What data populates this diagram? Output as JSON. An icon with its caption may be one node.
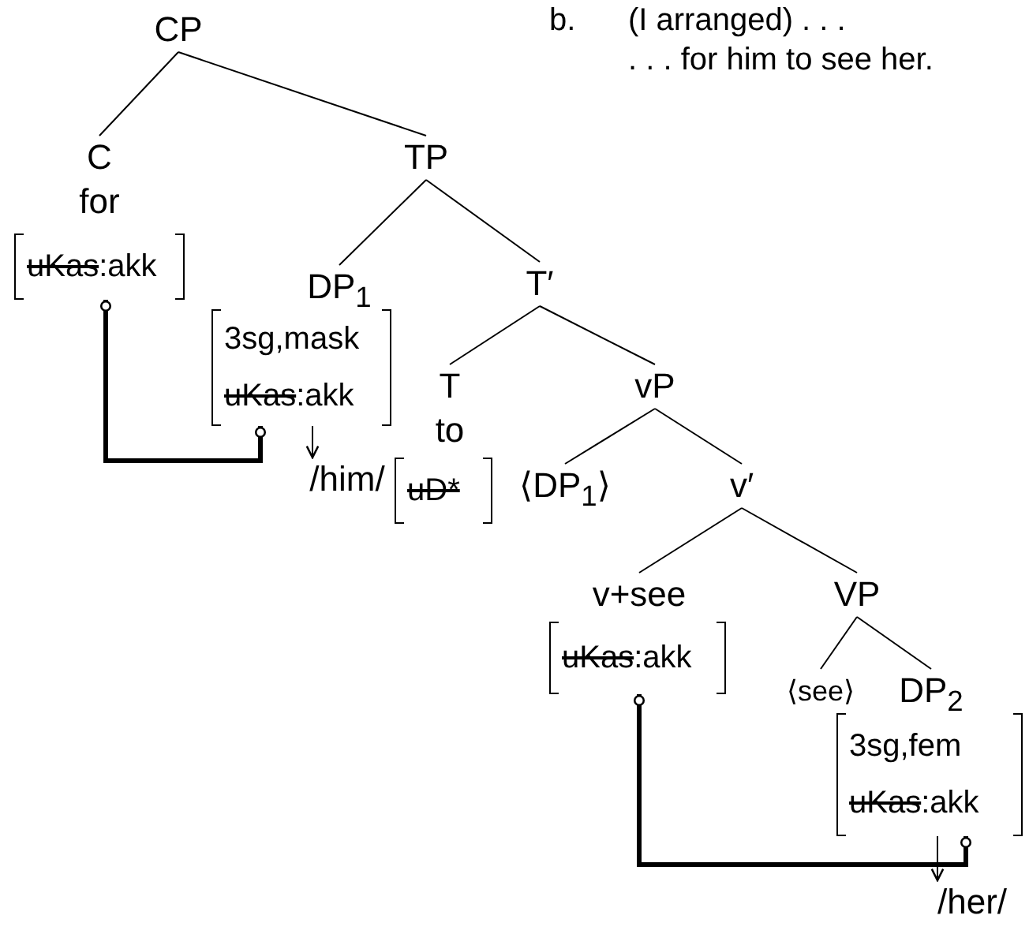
{
  "diagram": {
    "nodes": [
      {
        "text": [
          "CP"
        ]
      },
      {
        "text": [
          "C",
          "for"
        ]
      },
      {
        "text": [
          "uKas:akk"
        ]
      },
      {
        "text": [
          "TP"
        ]
      },
      {
        "text": [
          "DP$_{1}$"
        ]
      },
      {
        "text": [
          "3sg,mask",
          "uKas:akk"
        ]
      },
      {
        "text": [
          "/him/"
        ]
      },
      {
        "text": [
          "T′"
        ]
      },
      {
        "text": [
          "T",
          "to"
        ]
      },
      {
        "text": [
          "uD*"
        ]
      },
      {
        "text": [
          "vP"
        ]
      },
      {
        "text": [
          "⟨DP$_{1}$⟩"
        ]
      },
      {
        "text": [
          "v′"
        ]
      },
      {
        "text": [
          "v+see"
        ]
      },
      {
        "text": [
          "uKas:akk"
        ]
      },
      {
        "text": [
          "VP"
        ]
      },
      {
        "text": [
          "⟨see⟩"
        ]
      },
      {
        "text": [
          "DP$_{2}$"
        ]
      },
      {
        "text": [
          "3sg,fem",
          "uKas:akk"
        ]
      },
      {
        "text": [
          "/her/"
        ]
      }
    ],
    "edges": [
      {
        "from": 0,
        "to": 1,
        "arrow": "none"
      },
      {
        "from": 0,
        "to": 3,
        "arrow": "none"
      },
      {
        "from": 3,
        "to": 4,
        "arrow": "none"
      },
      {
        "from": 3,
        "to": 7,
        "arrow": "none"
      },
      {
        "from": 7,
        "to": 8,
        "arrow": "none"
      },
      {
        "from": 7,
        "to": 10,
        "arrow": "none"
      },
      {
        "from": 10,
        "to": 11,
        "arrow": "none"
      },
      {
        "from": 10,
        "to": 12,
        "arrow": "none"
      },
      {
        "from": 12,
        "to": 13,
        "arrow": "none"
      },
      {
        "from": 12,
        "to": 15,
        "arrow": "none"
      },
      {
        "from": 15,
        "to": 16,
        "arrow": "none"
      },
      {
        "from": 15,
        "to": 17,
        "arrow": "none"
      },
      {
        "from": 2,
        "to": 5,
        "arrow": "other",
        "style": "thick"
      },
      {
        "from": 14,
        "to": 18,
        "arrow": "other",
        "style": "thick"
      },
      {
        "from": 5,
        "to": 6,
        "arrow": "to"
      },
      {
        "from": 18,
        "to": 19,
        "arrow": "to"
      }
    ],
    "labels": [
      "b.",
      "(I arranged) . . .",
      ". . . for him to see her."
    ]
  }
}
